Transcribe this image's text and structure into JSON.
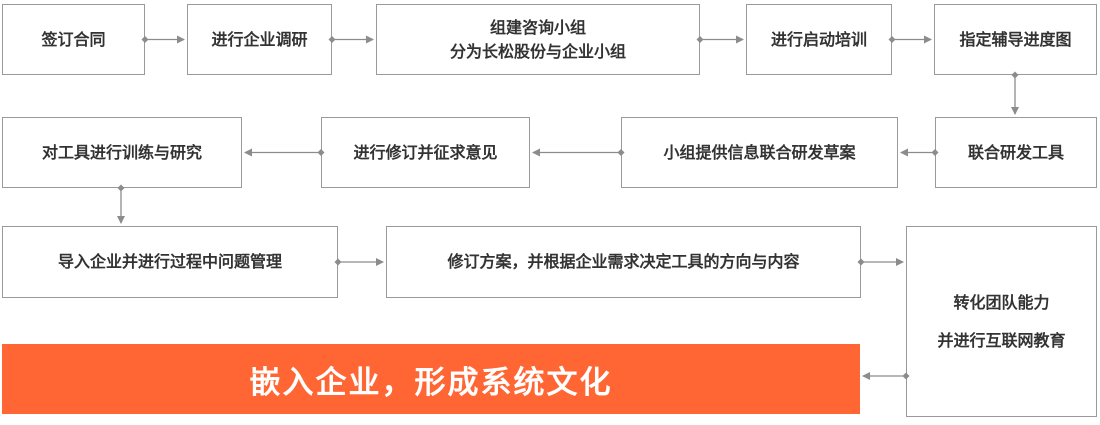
{
  "steps": {
    "sign_contract": "签订合同",
    "enterprise_research": "进行企业调研",
    "form_group_line1": "组建咨询小组",
    "form_group_line2": "分为长松股份与企业小组",
    "startup_training": "进行启动培训",
    "guidance_schedule": "指定辅导进度图",
    "joint_dev_tools": "联合研发工具",
    "draft_proposal": "小组提供信息联合研发草案",
    "revise_feedback": "进行修订并征求意见",
    "train_research_tools": "对工具进行训练与研究",
    "import_enterprise": "导入企业并进行过程中问题管理",
    "revise_plan": "修订方案，并根据企业需求决定工具的方向与内容",
    "transform_line1": "转化团队能力",
    "transform_line2": "并进行互联网教育"
  },
  "banner": {
    "text": "嵌入企业，形成系统文化"
  },
  "colors": {
    "accent": "#ff6633",
    "border": "#9a9a9a",
    "connector": "#8c8c8c",
    "text": "#333333"
  }
}
